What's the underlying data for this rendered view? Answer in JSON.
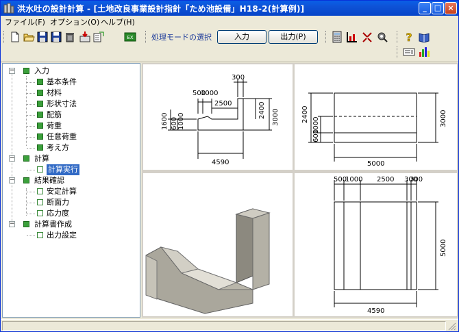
{
  "window": {
    "title": "洪水吐の設計計算 - [土地改良事業設計指針「ため池設備」H18-2(計算例)]",
    "min_symbol": "_",
    "max_symbol": "□",
    "close_symbol": "×"
  },
  "menu": {
    "items": [
      {
        "label": "ファイル(F)"
      },
      {
        "label": "オプション(O)"
      },
      {
        "label": "ヘルプ(H)"
      }
    ]
  },
  "toolbar": {
    "mode_label": "処理モードの選択",
    "input_button": "入力",
    "output_button": "出力(P)",
    "icons": [
      "new-icon",
      "open-icon",
      "save-icon",
      "save-as-icon",
      "delete-icon",
      "import-icon",
      "export-icon",
      "calculator-icon",
      "chart-icon",
      "tool-icon",
      "tools-icon",
      "help-icon",
      "book-icon",
      "card-icon",
      "graph-icon"
    ]
  },
  "tree": {
    "items": [
      {
        "label": "入力",
        "level": 0
      },
      {
        "label": "基本条件",
        "level": 1
      },
      {
        "label": "材料",
        "level": 1
      },
      {
        "label": "形状寸法",
        "level": 1
      },
      {
        "label": "配筋",
        "level": 1
      },
      {
        "label": "荷重",
        "level": 1
      },
      {
        "label": "任意荷重",
        "level": 1
      },
      {
        "label": "考え方",
        "level": 1
      },
      {
        "label": "計算",
        "level": 0
      },
      {
        "label": "計算実行",
        "level": 1,
        "selected": true
      },
      {
        "label": "結果確認",
        "level": 0
      },
      {
        "label": "安定計算",
        "level": 1
      },
      {
        "label": "断面力",
        "level": 1
      },
      {
        "label": "応力度",
        "level": 1
      },
      {
        "label": "計算書作成",
        "level": 0
      },
      {
        "label": "出力設定",
        "level": 1
      }
    ]
  },
  "drawings": {
    "front": {
      "dims_top": [
        "500",
        "1000",
        "300",
        "2500"
      ],
      "dims_left": [
        "1600",
        "600",
        "1000"
      ],
      "dims_right": [
        "2400",
        "3000"
      ],
      "bottom": "4590"
    },
    "side": {
      "left": [
        "2400",
        "1000",
        "600"
      ],
      "right": "3000",
      "bottom": "5000"
    },
    "plan": {
      "top": [
        "500",
        "1000",
        "2500",
        "300",
        "300"
      ],
      "right": "5000",
      "bottom": "4590"
    }
  },
  "colors": {
    "title_bar": "#0e52d6",
    "tree_check": "#3ba03b",
    "selection": "#316ac5",
    "model_face": "#b9b6aa"
  }
}
